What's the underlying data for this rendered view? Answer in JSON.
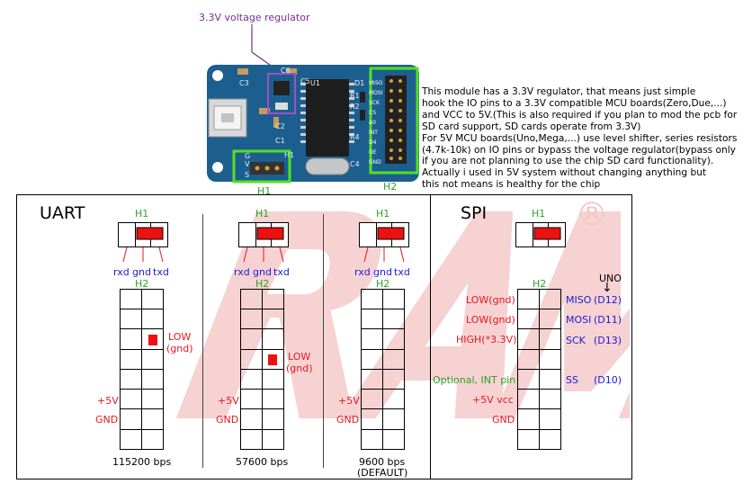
{
  "board": {
    "regulator_callout": "3.3V voltage regulator",
    "silkscreen": [
      "C3",
      "C6",
      "C5",
      "U1",
      "R1",
      "C2",
      "C1",
      "R2",
      "R4",
      "C4",
      "S",
      "V",
      "G",
      "H1",
      "D1"
    ],
    "h2_pins": [
      "GND",
      "OE",
      "D4",
      "INT",
      "A0",
      "CS",
      "SCK",
      "MOSI",
      "MISO"
    ],
    "h1_caption": "H1",
    "h2_caption": "H2"
  },
  "description": [
    "This module has a 3.3V regulator, that means just simple",
    "hook the IO pins to a 3.3V compatible MCU boards(Zero,Due,...)",
    "and VCC to 5V.(This is also required if you plan to mod the pcb for",
    "SD card support, SD cards operate from 3.3V)",
    "For 5V MCU boards(Uno,Mega,...) use level shifter, series resistors",
    "(4.7k-10k) on IO pins or bypass the voltage regulator(bypass only",
    "if you are not planning to use the chip SD card functionality).",
    "Actually i used in 5V system without changing anything but",
    "this not means is healthy for the chip"
  ],
  "uart": {
    "title": "UART",
    "columns": [
      {
        "h1": "H1",
        "pins": [
          "rxd",
          "gnd",
          "txd"
        ],
        "h2": "H2",
        "low": [
          "LOW",
          "(gnd)"
        ],
        "jumper_row": 2,
        "v5": "+5V",
        "gnd": "GND",
        "baud": [
          "115200 bps"
        ]
      },
      {
        "h1": "H1",
        "pins": [
          "rxd",
          "gnd",
          "txd"
        ],
        "h2": "H2",
        "low": [
          "LOW",
          "(gnd)"
        ],
        "jumper_row": 3,
        "v5": "+5V",
        "gnd": "GND",
        "baud": [
          "57600 bps"
        ]
      },
      {
        "h1": "H1",
        "pins": [
          "rxd",
          "gnd",
          "txd"
        ],
        "h2": "H2",
        "low": [],
        "jumper_row": null,
        "v5": "+5V",
        "gnd": "GND",
        "baud": [
          "9600 bps",
          "(DEFAULT)"
        ]
      }
    ]
  },
  "spi": {
    "title": "SPI",
    "h1": "H1",
    "h2": "H2",
    "uno": "UNO",
    "arrow": "↓",
    "left_labels": [
      {
        "text": "LOW(gnd)",
        "color": "red"
      },
      {
        "text": "LOW(gnd)",
        "color": "red"
      },
      {
        "text": "HIGH(*3.3V)",
        "color": "red"
      },
      {
        "text": "Optional, INT pin",
        "color": "green"
      },
      {
        "text": "+5V vcc",
        "color": "red"
      },
      {
        "text": "GND",
        "color": "red"
      }
    ],
    "right_labels": [
      {
        "name": "MISO",
        "pin": "(D12)"
      },
      {
        "name": "MOSI",
        "pin": "(D11)"
      },
      {
        "name": "SCK",
        "pin": "(D13)"
      },
      {
        "name": "SS",
        "pin": "(D10)"
      }
    ]
  },
  "watermark": "RAM",
  "trademark": "®",
  "colors": {
    "red": "#e8171f",
    "green": "#2aa22a",
    "blue": "#1b1bd6",
    "purple": "#7b2d8e",
    "pcb": "#1c5f8f",
    "highlight": "#55e020"
  }
}
